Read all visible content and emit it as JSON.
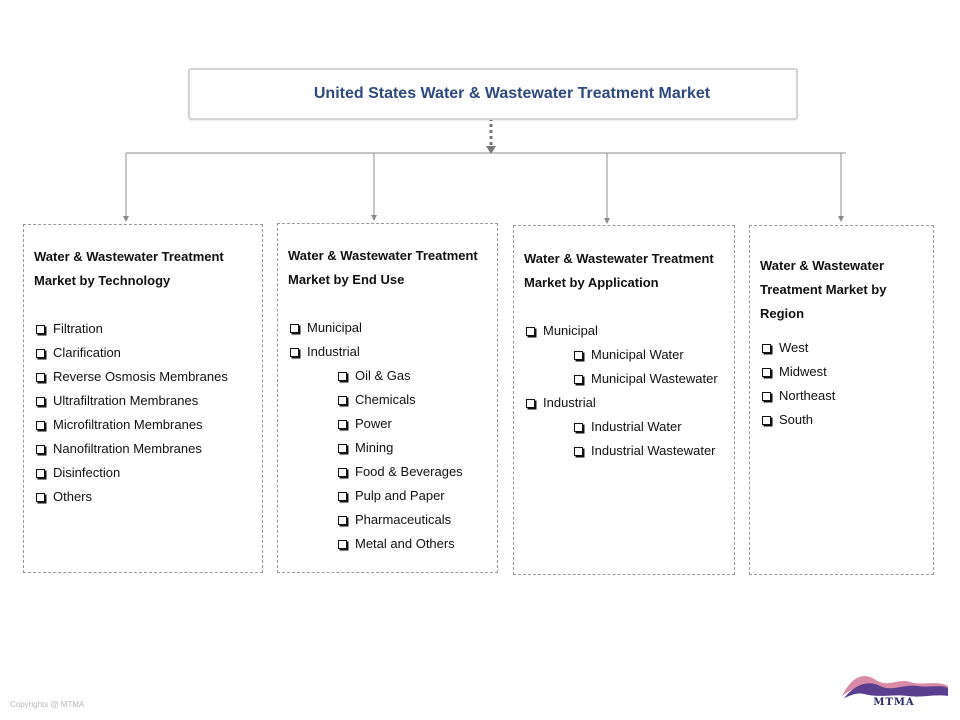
{
  "title": "United States Water & Wastewater Treatment Market",
  "segments": [
    {
      "title_lines": [
        "Water & Wastewater Treatment",
        "Market by Technology"
      ],
      "items": [
        {
          "label": "Filtration"
        },
        {
          "label": "Clarification"
        },
        {
          "label": "Reverse Osmosis Membranes"
        },
        {
          "label": "Ultrafiltration Membranes"
        },
        {
          "label": "Microfiltration Membranes"
        },
        {
          "label": "Nanofiltration Membranes"
        },
        {
          "label": "Disinfection"
        },
        {
          "label": "Others"
        }
      ]
    },
    {
      "title_lines": [
        "Water & Wastewater Treatment",
        "Market by End Use"
      ],
      "items": [
        {
          "label": "Municipal"
        },
        {
          "label": "Industrial"
        },
        {
          "label": "Oil & Gas",
          "sub": true
        },
        {
          "label": "Chemicals",
          "sub": true
        },
        {
          "label": "Power",
          "sub": true
        },
        {
          "label": "Mining",
          "sub": true
        },
        {
          "label": "Food & Beverages",
          "sub": true
        },
        {
          "label": "Pulp and Paper",
          "sub": true
        },
        {
          "label": "Pharmaceuticals",
          "sub": true
        },
        {
          "label": "Metal and Others",
          "sub": true
        }
      ]
    },
    {
      "title_lines": [
        "Water & Wastewater Treatment",
        "Market by Application"
      ],
      "items": [
        {
          "label": "Municipal"
        },
        {
          "label": "Municipal Water",
          "sub": true
        },
        {
          "label": "Municipal Wastewater",
          "sub": true
        },
        {
          "label": "Industrial"
        },
        {
          "label": "Industrial Water",
          "sub": true
        },
        {
          "label": "Industrial Wastewater",
          "sub": true
        }
      ]
    },
    {
      "title_lines": [
        "Water & Wastewater",
        "Treatment Market by",
        "Region"
      ],
      "items": [
        {
          "label": "West"
        },
        {
          "label": "Midwest"
        },
        {
          "label": "Northeast"
        },
        {
          "label": "South"
        }
      ]
    }
  ],
  "footer": {
    "copyright": "Copyrights @ MTMA",
    "logo_text": "MTMA"
  },
  "colors": {
    "title_text": "#2f4a7f",
    "connector": "#8c8c8c",
    "logo_purple": "#5b3f8f",
    "logo_pink": "#d98aa6",
    "logo_navy": "#2c2a6b"
  }
}
